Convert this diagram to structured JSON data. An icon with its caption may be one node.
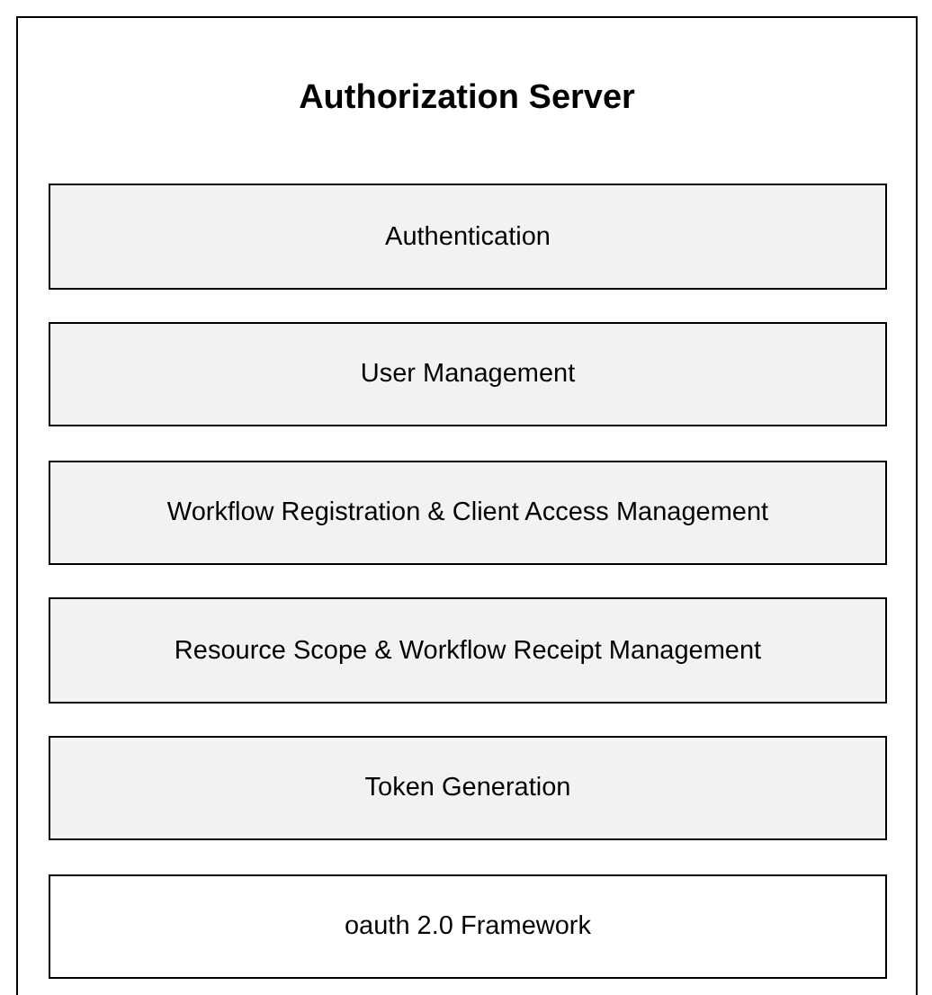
{
  "diagram": {
    "nodes": [
      {
        "text": [
          "Authorization Server"
        ]
      },
      {
        "text": [
          "Authentication"
        ],
        "in": 0
      },
      {
        "text": [
          "User Management"
        ],
        "in": 0
      },
      {
        "text": [
          "Workflow Registration & Client Access Management"
        ],
        "in": 0
      },
      {
        "text": [
          "Resource Scope & Workflow Receipt Management"
        ],
        "in": 0
      },
      {
        "text": [
          "Token Generation"
        ],
        "in": 0
      },
      {
        "text": [
          "oauth 2.0 Framework"
        ],
        "in": 0
      }
    ]
  }
}
